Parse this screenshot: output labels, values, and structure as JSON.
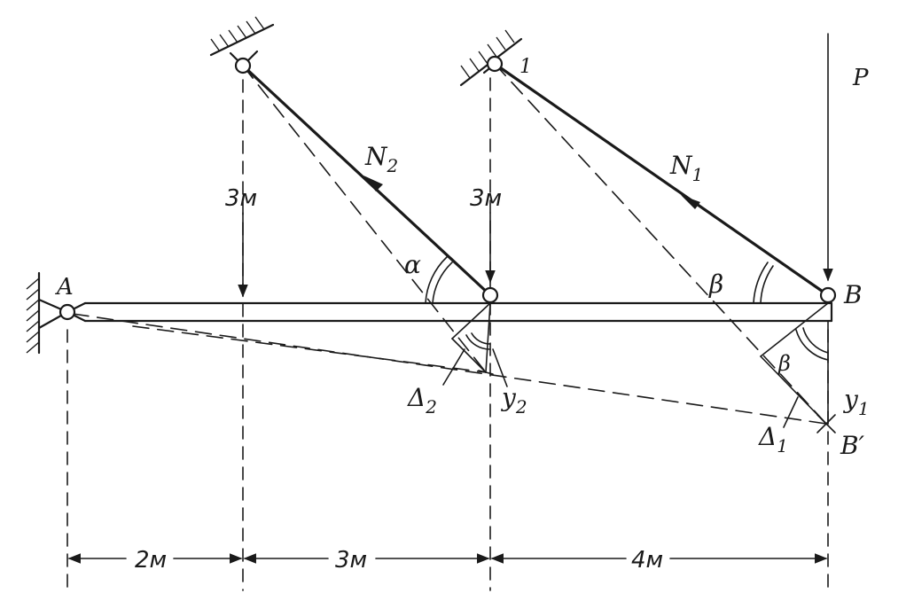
{
  "labels": {
    "point_a": "A",
    "point_b": "B",
    "point_b_prime": "B′",
    "node_1": "1",
    "load": "P",
    "force_n1": "N",
    "force_n1_sub": "1",
    "force_n2": "N",
    "force_n2_sub": "2",
    "angle_alpha": "α",
    "angle_beta": "β",
    "angle_beta_lower": "β",
    "delta_1": "Δ",
    "delta_1_sub": "1",
    "delta_2": "Δ",
    "delta_2_sub": "2",
    "y_1": "y",
    "y_1_sub": "1",
    "y_2": "y",
    "y_2_sub": "2"
  },
  "dimensions": {
    "height_left": "3м",
    "height_right": "3м",
    "span_1": "2м",
    "span_2": "3м",
    "span_3": "4м"
  }
}
